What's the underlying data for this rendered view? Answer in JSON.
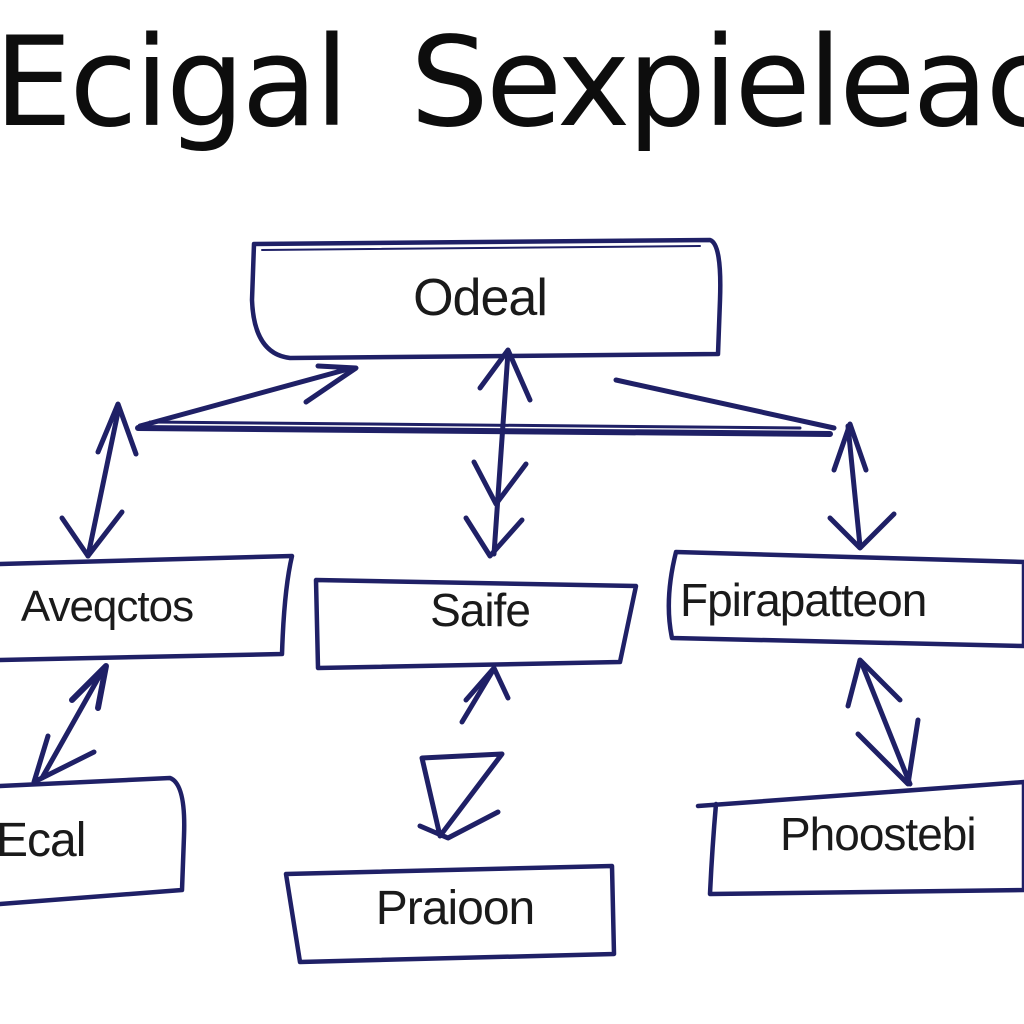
{
  "title": {
    "word1": "Ecigal",
    "word2": "Sexpieleac"
  },
  "nodes": {
    "root": "Odeal",
    "left": "Aveqctos",
    "center": "Saife",
    "right": "Fpirapatteon",
    "left_child": "Ecal",
    "center_child": "Praioon",
    "right_child": "Phoostebi"
  },
  "colors": {
    "ink": "#1f2066",
    "text": "#1a1a1a",
    "background": "#ffffff"
  }
}
